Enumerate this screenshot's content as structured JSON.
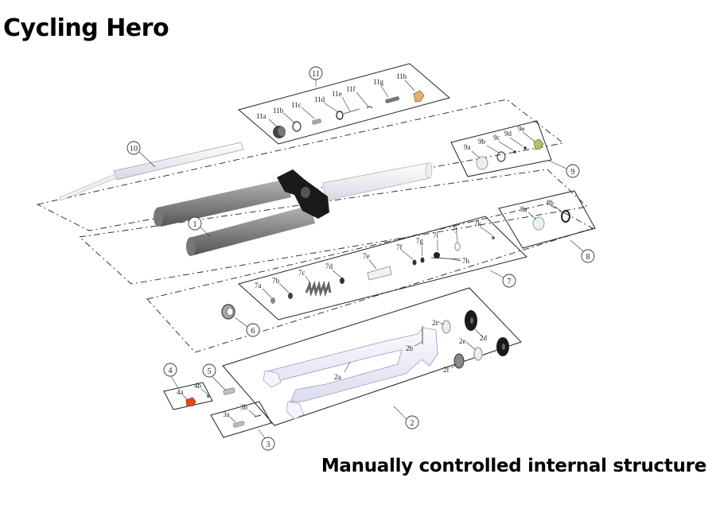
{
  "header": {
    "title": "Cycling Hero"
  },
  "footer": {
    "caption": "Manually controlled internal structure"
  },
  "diagram": {
    "callouts": {
      "c1": "1",
      "c2": "2",
      "c3": "3",
      "c4": "4",
      "c5": "5",
      "c6": "6",
      "c7": "7",
      "c8": "8",
      "c9": "9",
      "c10": "10",
      "c11": "11"
    },
    "labels": {
      "l11a": "11a",
      "l11b": "11b",
      "l11c": "11c",
      "l11d": "11d",
      "l11e": "11e",
      "l11f": "11f",
      "l11g": "11g",
      "l11h": "11h",
      "l9a": "9a",
      "l9b": "9b",
      "l9c": "9c",
      "l9d": "9d",
      "l9e": "9e",
      "l8a": "8a",
      "l8b": "8b",
      "l7a": "7a",
      "l7b": "7b",
      "l7c": "7c",
      "l7d": "7d",
      "l7e": "7e",
      "l7f": "7f",
      "l7g": "7g",
      "l7h": "7h",
      "l7i": "7i",
      "l7j": "7j",
      "l7k": "7k",
      "l2a": "2a",
      "l2b": "2b",
      "l2c": "2c",
      "l2d": "2d",
      "l2e": "2e",
      "l2f": "2f",
      "l3a": "3a",
      "l3b": "3b",
      "l4a": "4a",
      "l4b": "4b"
    }
  }
}
